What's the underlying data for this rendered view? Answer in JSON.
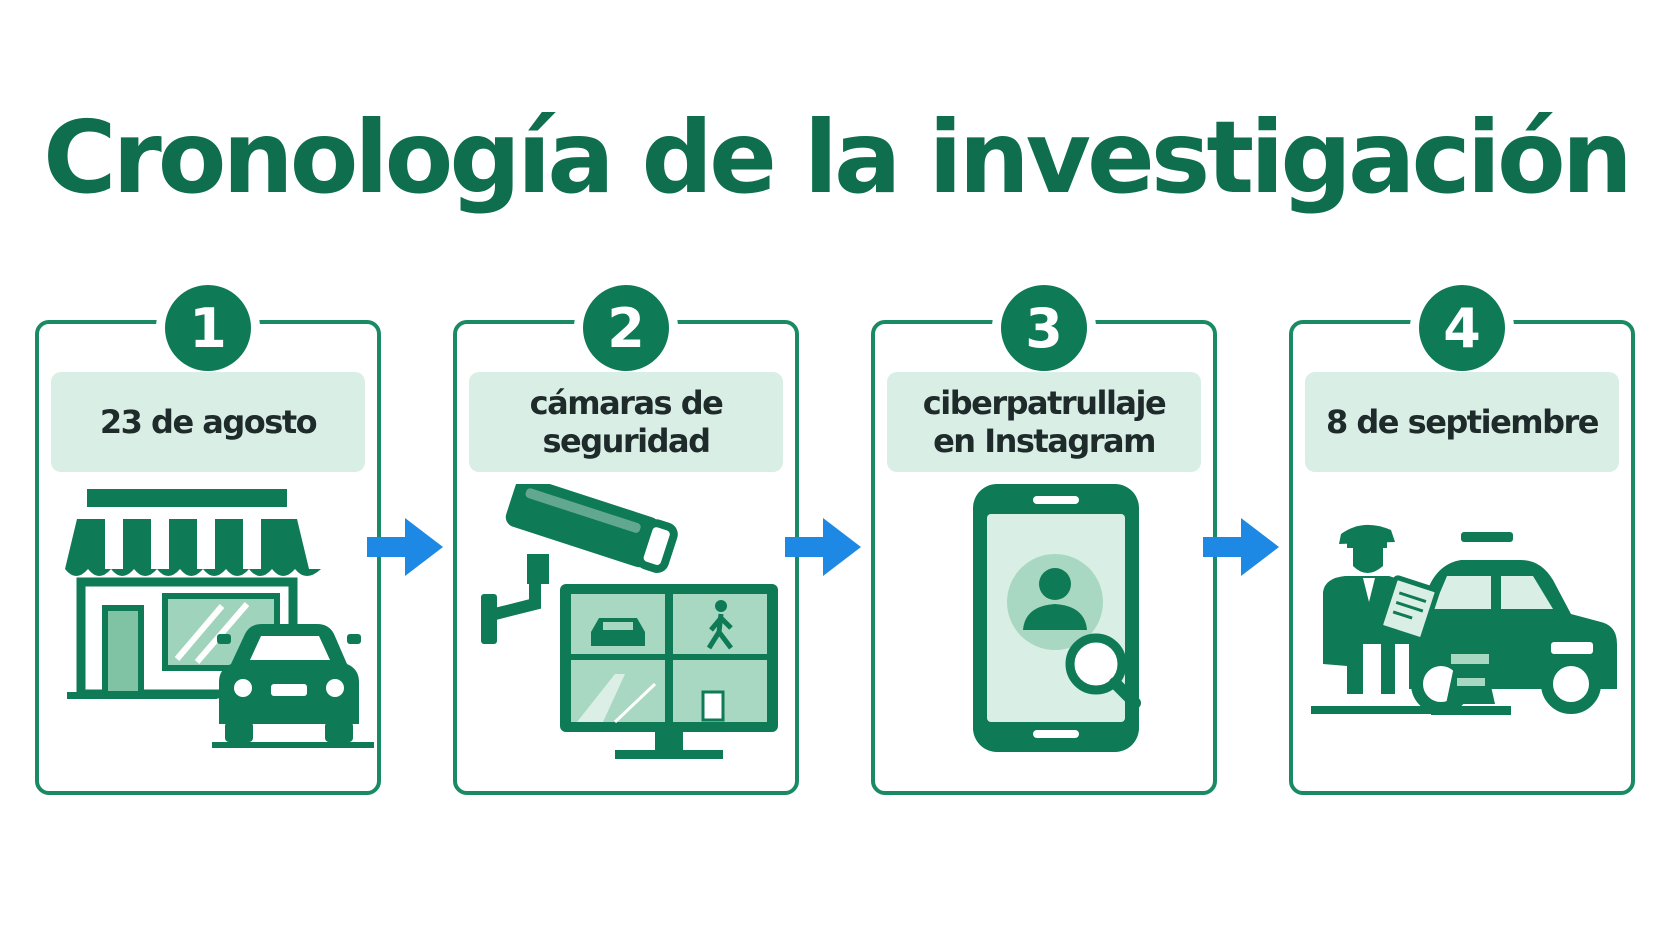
{
  "title": "Cronología de la investigación",
  "colors": {
    "primary": "#0f7a56",
    "border": "#1a8a64",
    "label_bg": "#d9efe5",
    "light": "#cfe9dd",
    "arrow": "#1e88e5"
  },
  "steps": [
    {
      "number": "1",
      "label": "23 de agosto",
      "icon": "storefront-with-car-icon"
    },
    {
      "number": "2",
      "label": "cámaras de\nseguridad",
      "icon": "security-camera-monitor-icon"
    },
    {
      "number": "3",
      "label": "ciberpatrullaje\nen Instagram",
      "icon": "smartphone-profile-search-icon"
    },
    {
      "number": "4",
      "label": "8 de septiembre",
      "icon": "police-officer-car-icon"
    }
  ]
}
